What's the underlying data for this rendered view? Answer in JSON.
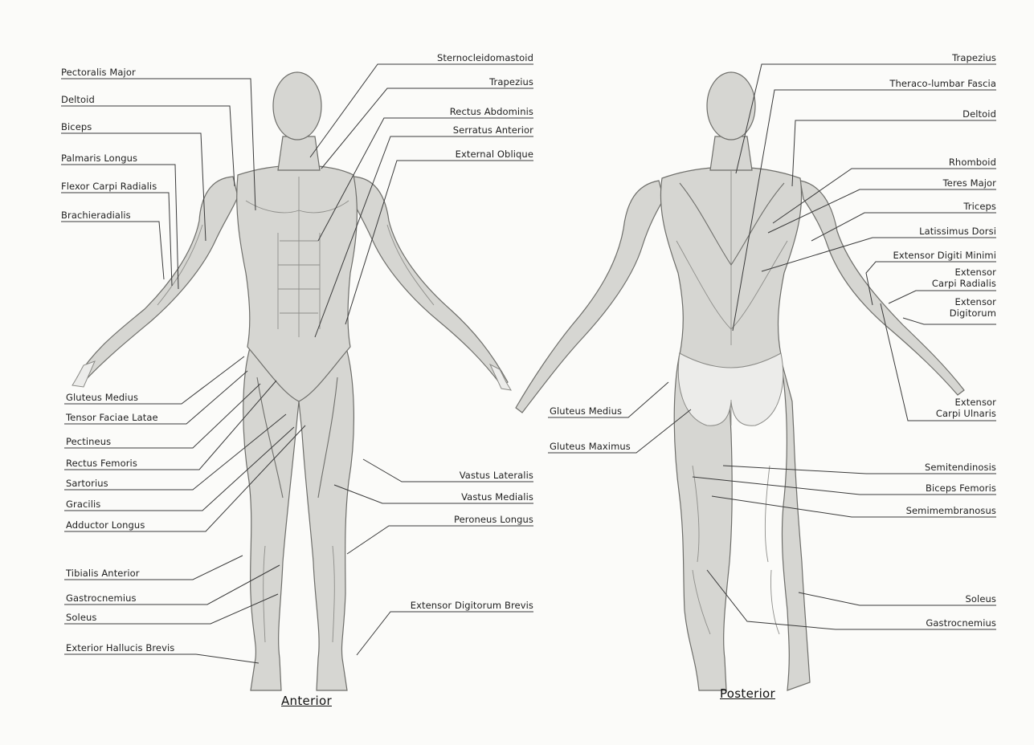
{
  "anterior": {
    "caption": "Anterior",
    "labels_left": [
      "Pectoralis Major",
      "Deltoid",
      "Biceps",
      "Palmaris Longus",
      "Flexor Carpi Radialis",
      "Brachieradialis",
      "Gluteus Medius",
      "Tensor Faciae Latae",
      "Pectineus",
      "Rectus Femoris",
      "Sartorius",
      "Gracilis",
      "Adductor Longus",
      "Tibialis Anterior",
      "Gastrocnemius",
      "Soleus",
      "Exterior Hallucis Brevis"
    ],
    "labels_right": [
      "Sternocleidomastoid",
      "Trapezius",
      "Rectus Abdominis",
      "Serratus Anterior",
      "External Oblique",
      "Vastus Lateralis",
      "Vastus Medialis",
      "Peroneus Longus",
      "Extensor Digitorum Brevis"
    ]
  },
  "posterior": {
    "caption": "Posterior",
    "labels_left": [
      "Gluteus Medius",
      "Gluteus Maximus"
    ],
    "labels_right": [
      "Trapezius",
      "Theraco-lumbar Fascia",
      "Deltoid",
      "Rhomboid",
      "Teres Major",
      "Triceps",
      "Latissimus Dorsi",
      "Extensor Digiti Minimi",
      "Extensor",
      "Carpi Radialis",
      "Extensor",
      "Digitorum",
      "Extensor",
      "Carpi Ulnaris",
      "Semitendinosis",
      "Biceps Femoris",
      "Semimembranosus",
      "Soleus",
      "Gastrocnemius"
    ]
  }
}
